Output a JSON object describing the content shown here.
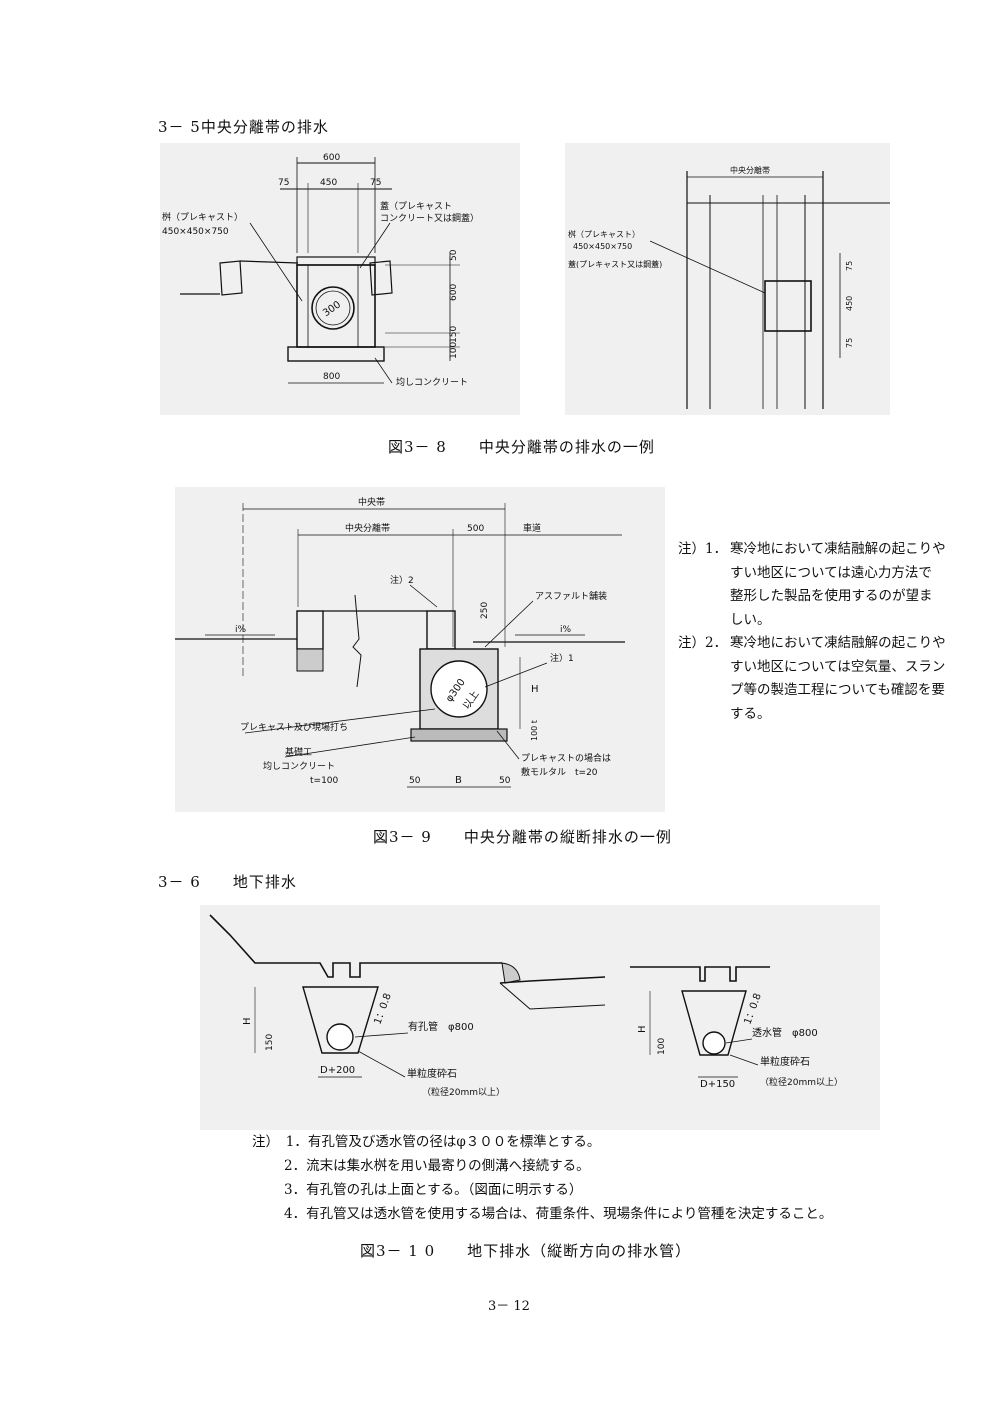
{
  "section_3_5": "3－ 5中央分離帯の排水",
  "fig3_8": {
    "caption": "図3－ 8　　中央分離帯の排水の一例",
    "left": {
      "dim_600": "600",
      "dim_75a": "75",
      "dim_450": "450",
      "dim_75b": "75",
      "lbl_masu": "桝（プレキャスト）",
      "lbl_masu_size": "450×450×750",
      "lbl_futa1": "蓋（プレキャスト",
      "lbl_futa2": "コンクリート又は鋼蓋）",
      "pipe": "300",
      "dim_50": "50",
      "dim_600v": "600",
      "dim_150": "150",
      "dim_100": "100",
      "dim_800": "800",
      "lbl_hitoshi": "均しコンクリート"
    },
    "right": {
      "lbl_chuo": "中央分離帯",
      "lbl_masu": "桝（プレキャスト）",
      "lbl_size": "450×450×750",
      "lbl_futa": "蓋(プレキャスト又は鋼蓋)",
      "dim_75a": "75",
      "dim_450": "450",
      "dim_75b": "75"
    }
  },
  "fig3_9": {
    "caption": "図3－ 9　　中央分離帯の縦断排水の一例",
    "lbl_chuotai": "中央帯",
    "lbl_bunritai": "中央分離帯",
    "lbl_500": "500",
    "lbl_shado": "車道",
    "lbl_chu2": "注）2",
    "lbl_250": "250",
    "lbl_asphalt": "アスファルト舗装",
    "lbl_i_left": "i%",
    "lbl_i_right": "i%",
    "lbl_chu1": "注）1",
    "lbl_phi": "φ300",
    "lbl_ijou": "以上",
    "lbl_H": "H",
    "lbl_100t": "100 t",
    "lbl_precast_genba": "プレキャスト及び現場打ち",
    "lbl_kiso": "基礎工",
    "lbl_hitoshi": "均しコンクリート",
    "lbl_t100": "t=100",
    "lbl_precast_case": "プレキャストの場合は",
    "lbl_shiki": "敷モルタル　t=20",
    "lbl_50a": "50",
    "lbl_B": "B",
    "lbl_50b": "50",
    "notes": [
      {
        "label": "注）1．",
        "lines": [
          "寒冷地において凍結融解の起こりや",
          "すい地区については遠心力方法で",
          "整形した製品を使用するのが望ま",
          "しい。"
        ]
      },
      {
        "label": "注）2．",
        "lines": [
          "寒冷地において凍結融解の起こりや",
          "すい地区については空気量、スラン",
          "プ等の製造工程についても確認を要",
          "する。"
        ]
      }
    ]
  },
  "section_3_6": "3－ 6　　地下排水",
  "fig3_10": {
    "caption": "図3－ 1 0　　地下排水（縦断方向の排水管）",
    "left": {
      "lbl_H": "H",
      "lbl_150": "150",
      "lbl_slope": "1：0.8",
      "lbl_pipe": "有孔管　φ800",
      "lbl_width": "D+200",
      "lbl_stone": "単粒度砕石",
      "lbl_stone2": "（粒径20mm以上）"
    },
    "right": {
      "lbl_H": "H",
      "lbl_100": "100",
      "lbl_slope": "1：0.8",
      "lbl_pipe": "透水管　φ800",
      "lbl_width": "D+150",
      "lbl_stone": "単粒度砕石",
      "lbl_stone2": "（粒径20mm以上）"
    },
    "notes": [
      "注）　1．有孔管及び透水管の径はφ３００を標準とする。",
      "2．流末は集水桝を用い最寄りの側溝へ接続する。",
      "3．有孔管の孔は上面とする。（図面に明示する）",
      "4．有孔管又は透水管を使用する場合は、荷重条件、現場条件により管種を決定すること。"
    ]
  },
  "page_number": "3－ 12"
}
